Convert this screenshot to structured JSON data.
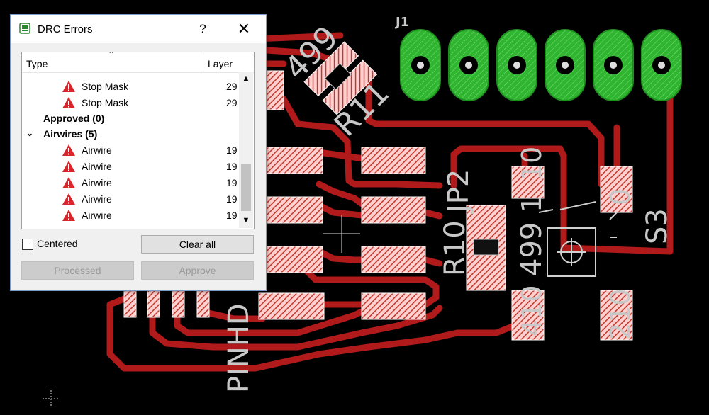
{
  "board": {
    "labels": {
      "j1": "J1",
      "r11_value": "499",
      "r11_name": "R11",
      "s3": "S3",
      "pinhd": "PINHD",
      "r10": "R10",
      "jp2": "JP2",
      "val_499_vertical": "499",
      "val_410": "410",
      "val_210": "210",
      "val_1": "1",
      "val_0": "0",
      "val_10": "10"
    },
    "colors": {
      "background": "#000000",
      "trace": "#b01a1a",
      "pad": "#ffcaca",
      "pad_hatch": "#c0392b",
      "through_hole": "#22b022",
      "silkscreen": "#c8c8c8"
    }
  },
  "drc_dialog": {
    "title": "DRC Errors",
    "help_button": "?",
    "close_button": "✕",
    "columns": {
      "type": "Type",
      "layer": "Layer"
    },
    "rows": [
      {
        "label": "Stop Mask",
        "layer": "29"
      },
      {
        "label": "Stop Mask",
        "layer": "29"
      },
      {
        "label": "Approved (0)",
        "layer": ""
      },
      {
        "label": "Airwires (5)",
        "layer": ""
      },
      {
        "label": "Airwire",
        "layer": "19"
      },
      {
        "label": "Airwire",
        "layer": "19"
      },
      {
        "label": "Airwire",
        "layer": "19"
      },
      {
        "label": "Airwire",
        "layer": "19"
      },
      {
        "label": "Airwire",
        "layer": "19"
      }
    ],
    "centered_label": "Centered",
    "centered_checked": false,
    "buttons": {
      "clear_all": "Clear all",
      "processed": "Processed",
      "approve": "Approve"
    }
  }
}
